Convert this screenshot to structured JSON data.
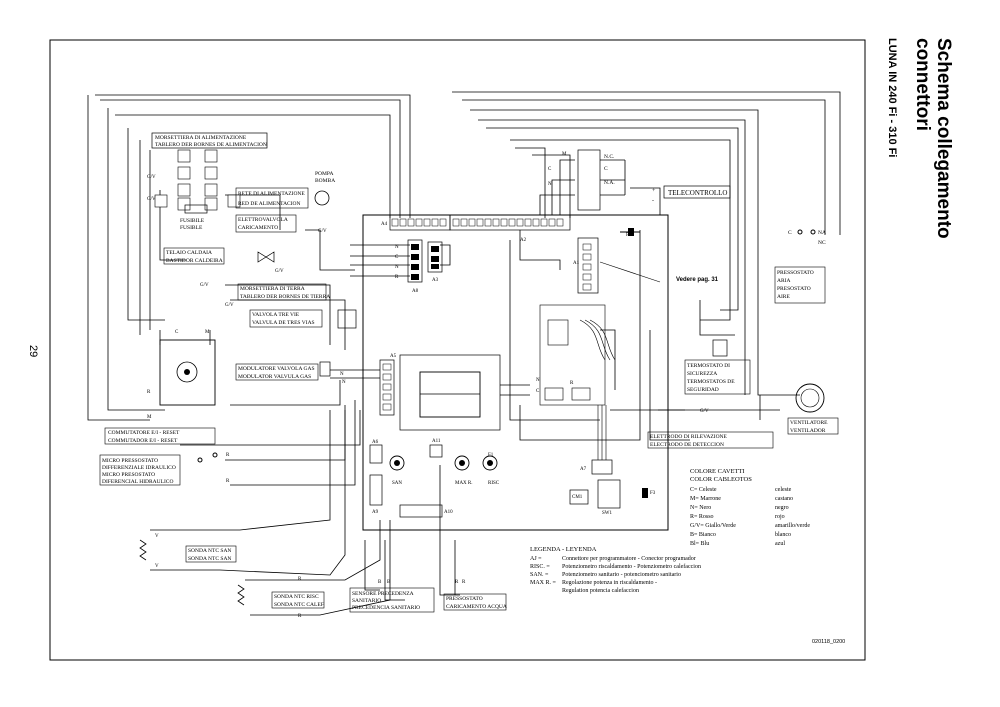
{
  "header": {
    "title_line1": "Schema collegamento",
    "title_line2": "connettori",
    "model": "LUNA IN 240 Fi - 310 Fi",
    "page_number": "29"
  },
  "components": {
    "morsettiera_alim": [
      "MORSETTIERA DI ALIMENTAZIONE",
      "TABLERO DER BORNES DE ALIMENTACION"
    ],
    "rete_alim": [
      "RETE DI ALIMENTAZIONE",
      "RED DE ALIMENTACION"
    ],
    "fusibile": [
      "FUSIBILE",
      "FUSIBLE"
    ],
    "pompa": [
      "POMPA",
      "BOMBA"
    ],
    "elettrovalvola": [
      "ELETTROVALVOLA",
      "CARICAMENTO"
    ],
    "telaio": [
      "TELAIO CALDAIA",
      "BASTIDOR CALDEIRA"
    ],
    "morsettiera_terra": [
      "MORSETTIERA DI TERRA",
      "TABLERO DER BORNES DE TIERRA"
    ],
    "valvola_tre_vie": [
      "VALVOLA TRE VIE",
      "VALVULA DE TRES VIAS"
    ],
    "modulatore": [
      "MODULATORE VALVOLA GAS",
      "MODULATOR VALVULA GAS"
    ],
    "commutatore": [
      "COMMUTATORE E/I - RESET",
      "COMMUTADOR E/I - RESET"
    ],
    "micro_pressostato": [
      "MICRO PRESSOSTATO",
      "DIFFERENZIALE IDRAULICO",
      "MICRO PRESOSTATO",
      "DIFERENCIAL HIDRAULICO"
    ],
    "sonda_san": [
      "SONDA NTC SAN",
      "SONDA NTC SAN"
    ],
    "sonda_risc": [
      "SONDA NTC RISC",
      "SONDA NTC CALEF"
    ],
    "sensore_precedenza": [
      "SENSORE PRECEDENZA",
      "SANITARIO",
      "PRECEDENCIA SANITARIO"
    ],
    "pressostato_caricamento": [
      "PRESSOSTATO",
      "CARICAMENTO ACQUA"
    ],
    "telecontrollo": "TELECONTROLLO",
    "vedere": "Vedere pag. 31",
    "pressostato_aria": [
      "PRESSOSTATO",
      "ARIA",
      "PRESOSTATO",
      "AIRE"
    ],
    "termostato": [
      "TERMOSTATO DI",
      "SICUREZZA",
      "TERMOSTATOS DE",
      "SEGURIDAD"
    ],
    "ventilatore": [
      "VENTILATORE",
      "VENTILADOR"
    ],
    "elettrodo": [
      "ELETTRODO DI RILEVAZIONE",
      "ELECTRODO DE DETECCION"
    ]
  },
  "connectors": {
    "a1": "A1",
    "a2": "A2",
    "a3": "A3",
    "a4": "A4",
    "a5": "A5",
    "a6": "A6",
    "a7": "A7",
    "a8": "A8",
    "a9": "A9",
    "a10": "A10",
    "a11": "A11",
    "f1": "F1",
    "f2": "F2",
    "f3": "F3",
    "cm1": "CM1",
    "sw1": "SW1"
  },
  "wires": {
    "gv": "G/V",
    "m": "M",
    "c": "C",
    "n": "N",
    "r": "R",
    "v": "V",
    "b": "B",
    "bl": "Bl",
    "nc": "N.C.",
    "na": "N.A.",
    "na2": "NA",
    "nc2": "NC",
    "plus": "+",
    "minus": "-",
    "pot_max": "MAX R.",
    "pot_risc": "RISC",
    "pot_san": "SAN"
  },
  "colors": {
    "title": "COLORE CAVETTI",
    "subtitle": "COLOR CABLEOTOS",
    "entries": [
      {
        "code": "C= Celeste",
        "es": "celeste"
      },
      {
        "code": "M= Marrone",
        "es": "castano"
      },
      {
        "code": "N= Nero",
        "es": "negro"
      },
      {
        "code": "R= Rosso",
        "es": "rojo"
      },
      {
        "code": "G/V= Giallo/Verde",
        "es": "amarillo/verde"
      },
      {
        "code": "B= Bianco",
        "es": "blanco"
      },
      {
        "code": "Bl= Blu",
        "es": "azul"
      }
    ]
  },
  "legend": {
    "title": "LEGENDA - LEYENDA",
    "entries": [
      {
        "code": "AJ =",
        "text": "Connettore per programmatore - Conector programador"
      },
      {
        "code": "RISC. =",
        "text": "Potenziometro riscaldamento - Potenziometro calefaccion"
      },
      {
        "code": "SAN. =",
        "text": "Potenziometro sanitario - potenciometro sanitario"
      },
      {
        "code": "MAX R. =",
        "text": "Regolazione potenza in riscaldamento -"
      },
      {
        "code": "",
        "text": "Regulation potencia calefaccion"
      }
    ]
  },
  "footer_code": "020118_0200"
}
